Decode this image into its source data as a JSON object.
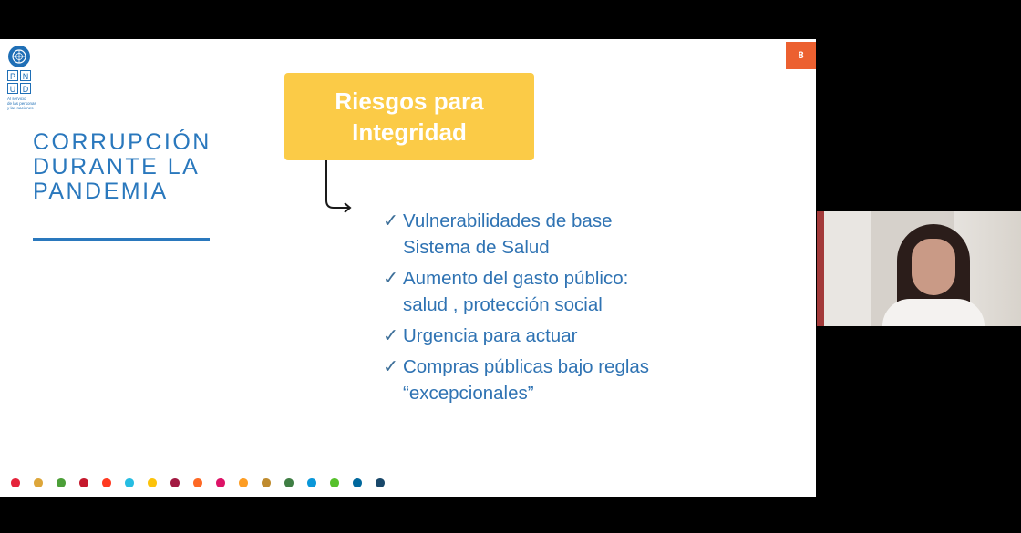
{
  "slide": {
    "logo": {
      "letters": [
        "P",
        "N",
        "U",
        "D"
      ],
      "tagline": "Al servicio\nde las personas\ny las naciones",
      "icon": "un-emblem-icon"
    },
    "title": "CORRUPCIÓN\nDURANTE LA\nPANDEMIA",
    "page_number": "8",
    "heading_box": "Riesgos para\nIntegridad",
    "bullets": [
      "Vulnerabilidades de base\nSistema de Salud",
      "Aumento del gasto público:\nsalud , protección social",
      "Urgencia para actuar",
      "Compras públicas bajo reglas\n“excepcionales”"
    ],
    "bullet_icon": "checkmark-icon",
    "dot_colors": [
      "#e5243b",
      "#dda63a",
      "#4c9f38",
      "#c5192d",
      "#ff3a21",
      "#26bde2",
      "#fcc30b",
      "#a21942",
      "#fd6925",
      "#dd1367",
      "#fd9d24",
      "#bf8b2e",
      "#3f7e44",
      "#0a97d9",
      "#56c02b",
      "#00689d",
      "#19486a"
    ],
    "colors": {
      "title": "#2a78bd",
      "heading_box": "#fbcb47",
      "page_badge": "#ec6030",
      "bullet_text": "#2f73b3"
    }
  },
  "video": {
    "label": "participant-webcam"
  }
}
